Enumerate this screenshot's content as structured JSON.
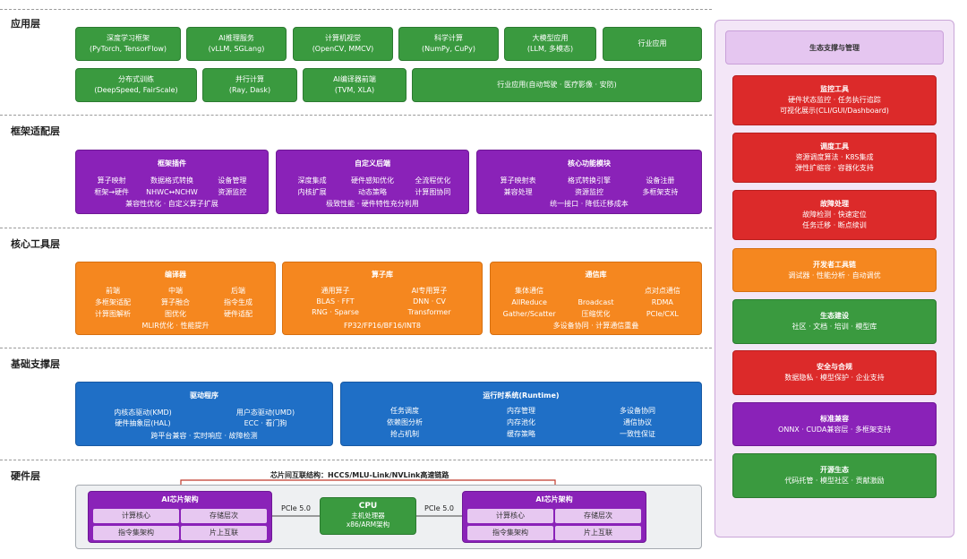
{
  "layers": {
    "app": "应用层",
    "framework": "框架适配层",
    "core": "核心工具层",
    "base": "基础支撑层",
    "hardware": "硬件层"
  },
  "app": {
    "row1": [
      {
        "l1": "深度学习框架",
        "l2": "(PyTorch, TensorFlow)"
      },
      {
        "l1": "AI推理服务",
        "l2": "(vLLM, SGLang)"
      },
      {
        "l1": "计算机视觉",
        "l2": "(OpenCV, MMCV)"
      },
      {
        "l1": "科学计算",
        "l2": "(NumPy, CuPy)"
      },
      {
        "l1": "大模型应用",
        "l2": "(LLM, 多模态)"
      },
      {
        "l1": "行业应用",
        "l2": ""
      }
    ],
    "row2": [
      {
        "l1": "分布式训练",
        "l2": "(DeepSpeed, FairScale)"
      },
      {
        "l1": "并行计算",
        "l2": "(Ray, Dask)"
      },
      {
        "l1": "AI编译器前端",
        "l2": "(TVM, XLA)"
      },
      {
        "l1": "行业应用(自动驾驶 · 医疗影像 · 安防)",
        "l2": ""
      }
    ]
  },
  "framework": {
    "plugin": {
      "title": "框架插件",
      "r1": [
        "算子映射",
        "数据格式转换",
        "设备管理"
      ],
      "r2": [
        "框架→硬件",
        "NHWC↔NCHW",
        "资源监控"
      ],
      "foot": "兼容性优化 · 自定义算子扩展"
    },
    "backend": {
      "title": "自定义后端",
      "r1": [
        "深度集成",
        "硬件感知优化",
        "全流程优化"
      ],
      "r2": [
        "内核扩展",
        "动态策略",
        "计算图协同"
      ],
      "foot": "极致性能 · 硬件特性充分利用"
    },
    "core": {
      "title": "核心功能模块",
      "r1": [
        "算子映射表",
        "格式转换引擎",
        "设备注册"
      ],
      "r2": [
        "兼容处理",
        "资源监控",
        "多框架支持"
      ],
      "foot": "统一接口 · 降低迁移成本"
    }
  },
  "core_tools": {
    "compiler": {
      "title": "编译器",
      "r1": [
        "前端",
        "中端",
        "后端"
      ],
      "r2": [
        "多框架适配",
        "算子融合",
        "指令生成"
      ],
      "r3": [
        "计算图解析",
        "图优化",
        "硬件适配"
      ],
      "foot": "MLIR优化 · 性能提升"
    },
    "oplib": {
      "title": "算子库",
      "r1": [
        "通用算子",
        "AI专用算子"
      ],
      "r2": [
        "BLAS · FFT",
        "DNN · CV"
      ],
      "r3": [
        "RNG · Sparse",
        "Transformer"
      ],
      "foot": "FP32/FP16/BF16/INT8"
    },
    "comm": {
      "title": "通信库",
      "r1": [
        "集体通信",
        "",
        "点对点通信"
      ],
      "r2": [
        "AllReduce",
        "Broadcast",
        "RDMA"
      ],
      "r3": [
        "Gather/Scatter",
        "压缩优化",
        "PCIe/CXL"
      ],
      "foot": "多设备协同 · 计算通信重叠"
    }
  },
  "base": {
    "driver": {
      "title": "驱动程序",
      "r1": [
        "内核态驱动(KMD)",
        "用户态驱动(UMD)"
      ],
      "r2": [
        "硬件抽象层(HAL)",
        "ECC · 看门狗"
      ],
      "foot": "跨平台兼容 · 实时响应 · 故障检测"
    },
    "runtime": {
      "title": "运行时系统(Runtime)",
      "r1": [
        "任务调度",
        "内存管理",
        "多设备协同"
      ],
      "r2": [
        "依赖图分析",
        "内存池化",
        "通信协议"
      ],
      "r3": [
        "抢占机制",
        "缓存策略",
        "一致性保证"
      ]
    }
  },
  "hardware": {
    "interconnect": "芯片间互联结构：HCCS/MLU-Link/NVLink高速链路",
    "chip_title": "AI芯片架构",
    "cells": [
      "计算核心",
      "存储层次",
      "指令集架构",
      "片上互联"
    ],
    "pcie": "PCIe 5.0",
    "cpu": {
      "title": "CPU",
      "l1": "主机处理器",
      "l2": "x86/ARM架构"
    }
  },
  "eco": {
    "header": "生态支撑与管理",
    "cards": [
      {
        "title": "监控工具",
        "l1": "硬件状态监控 · 任务执行追踪",
        "l2": "可视化展示(CLI/GUI/Dashboard)",
        "color": "#dc2a2a"
      },
      {
        "title": "调度工具",
        "l1": "资源调度算法 · K8S集成",
        "l2": "弹性扩缩容 · 容器化支持",
        "color": "#dc2a2a"
      },
      {
        "title": "故障处理",
        "l1": "故障检测 · 快速定位",
        "l2": "任务迁移 · 断点续训",
        "color": "#dc2a2a"
      },
      {
        "title": "开发者工具链",
        "l1": "调试器 · 性能分析 · 自动调优",
        "l2": "",
        "color": "#f5871f"
      },
      {
        "title": "生态建设",
        "l1": "社区 · 文档 · 培训 · 模型库",
        "l2": "",
        "color": "#3a9a3f"
      },
      {
        "title": "安全与合规",
        "l1": "数据隐私 · 模型保护 · 企业支持",
        "l2": "",
        "color": "#dc2a2a"
      },
      {
        "title": "标准兼容",
        "l1": "ONNX · CUDA兼容层 · 多框架支持",
        "l2": "",
        "color": "#8a22b8"
      },
      {
        "title": "开源生态",
        "l1": "代码托管 · 模型社区 · 贡献激励",
        "l2": "",
        "color": "#3a9a3f"
      }
    ]
  }
}
